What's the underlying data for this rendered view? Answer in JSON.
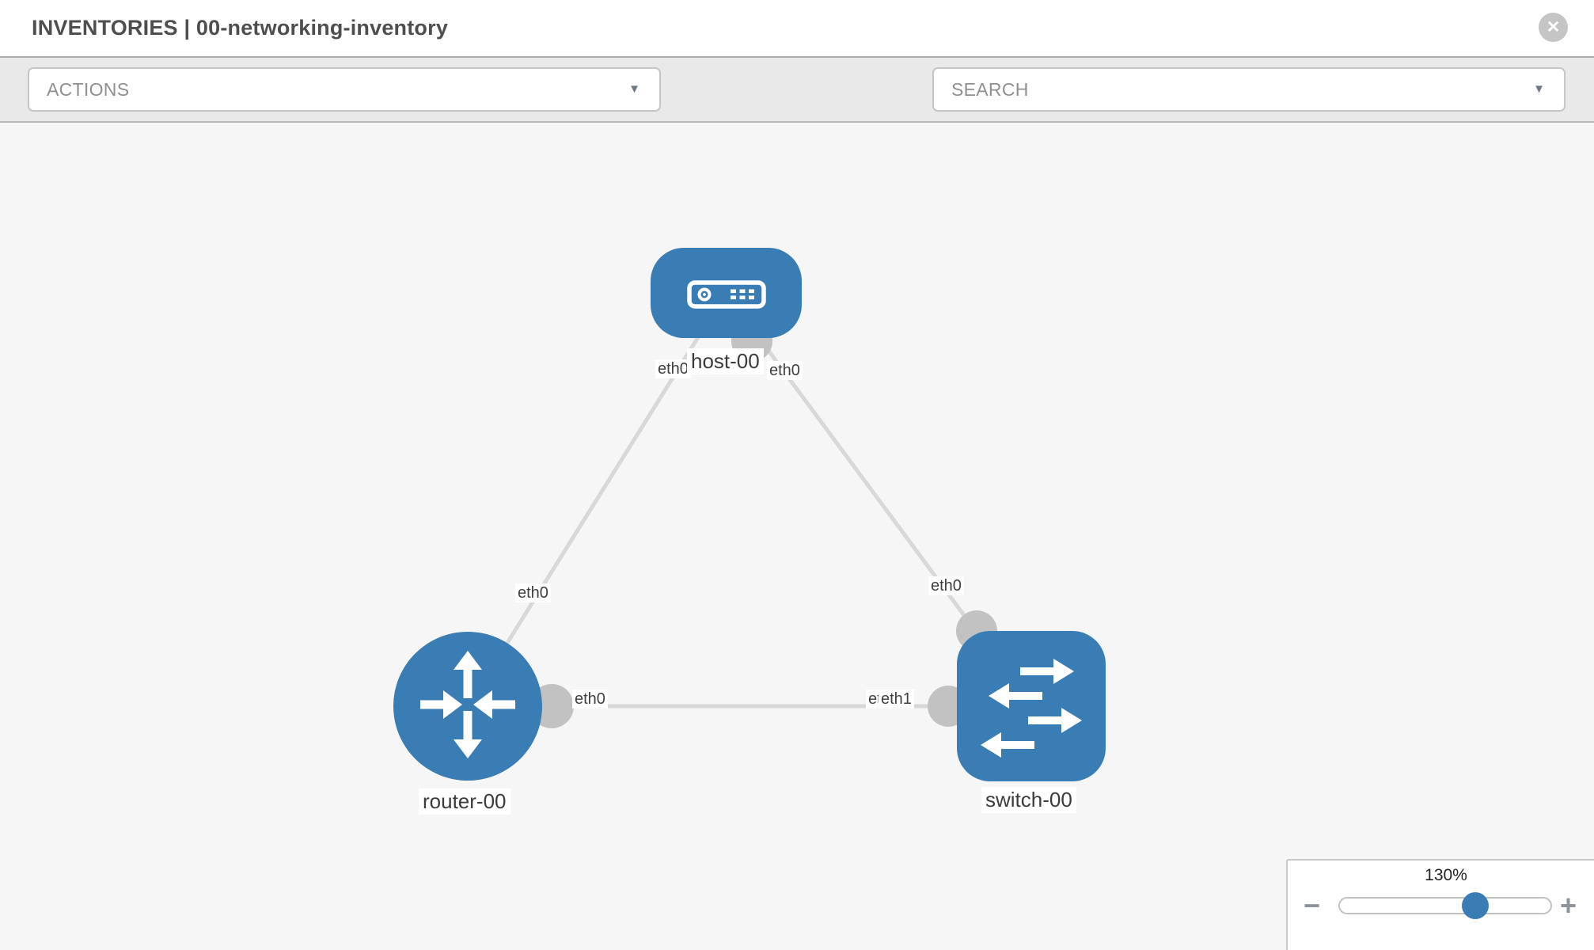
{
  "colors": {
    "node_blue": "#3a7cb4",
    "link_gray": "#d8d8d8",
    "bubble_gray": "#c2c2c2",
    "toolbar_bg": "#e9e9e9",
    "canvas_bg": "#f6f6f6"
  },
  "header": {
    "title": "INVENTORIES | 00-networking-inventory",
    "close_label": "✕"
  },
  "toolbar": {
    "actions_placeholder": "ACTIONS",
    "search_placeholder": "SEARCH",
    "caret": "▼",
    "icons": [
      {
        "name": "wrench-icon"
      },
      {
        "name": "key-icon"
      }
    ]
  },
  "topology": {
    "nodes": [
      {
        "id": "host-00",
        "type": "host",
        "label": "host-00"
      },
      {
        "id": "router-00",
        "type": "router",
        "label": "router-00"
      },
      {
        "id": "switch-00",
        "type": "switch",
        "label": "switch-00"
      }
    ],
    "links": [
      {
        "source": "router-00",
        "source_interface": "eth0",
        "target": "host-00",
        "target_interface": "eth0"
      },
      {
        "source": "host-00",
        "source_interface": "eth0",
        "target": "switch-00",
        "target_interface": "eth0"
      },
      {
        "source": "router-00",
        "source_interface": "eth0",
        "target": "switch-00",
        "target_interface": "eth1"
      }
    ],
    "interface_badges": [
      {
        "text": "eth0"
      },
      {
        "text": "eth0"
      },
      {
        "text": "eth0"
      },
      {
        "text": "eth0"
      },
      {
        "text": "eth0"
      },
      {
        "text": "eth0"
      },
      {
        "text": "eth1"
      }
    ]
  },
  "zoom_control": {
    "level": "130%",
    "minus": "−",
    "plus": "+"
  }
}
